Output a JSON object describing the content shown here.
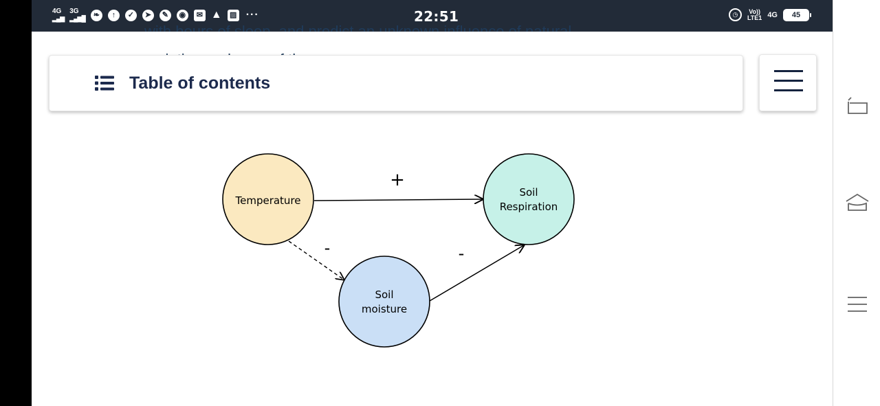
{
  "status_bar": {
    "network_1": "4G",
    "network_2": "3G",
    "more": "···",
    "time": "22:51",
    "volte": "Vo))",
    "lte": "LTE1",
    "network_right": "4G",
    "battery": "45"
  },
  "background_text": {
    "line1": "with hours of sleep, and predict an unknown influence of natural",
    "line2": "variation and error of the"
  },
  "toc": {
    "title": "Table of contents"
  },
  "diagram": {
    "nodes": {
      "temperature": "Temperature",
      "soil_respiration_line1": "Soil",
      "soil_respiration_line2": "Respiration",
      "soil_moisture_line1": "Soil",
      "soil_moisture_line2": "moisture"
    },
    "edges": {
      "temperature_to_respiration": "+",
      "temperature_to_moisture": "-",
      "moisture_to_respiration": "-"
    },
    "colors": {
      "temperature": "#fbe9c0",
      "soil_respiration": "#c6f1e8",
      "soil_moisture": "#cadff6"
    }
  }
}
